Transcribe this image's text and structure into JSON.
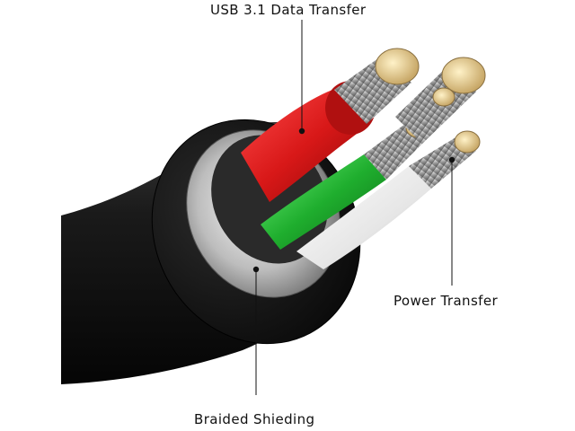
{
  "labels": {
    "data_transfer": "USB 3.1 Data Transfer",
    "power_transfer": "Power Transfer",
    "braided_shielding": "Braided Shieding"
  },
  "colors": {
    "jacket": "#111111",
    "shield": "#b8b8b8",
    "red_wire": "#d81818",
    "green_wire": "#1fae2e",
    "white_wire": "#e8e8e8",
    "copper": "#c8b070",
    "leader": "#111111"
  }
}
